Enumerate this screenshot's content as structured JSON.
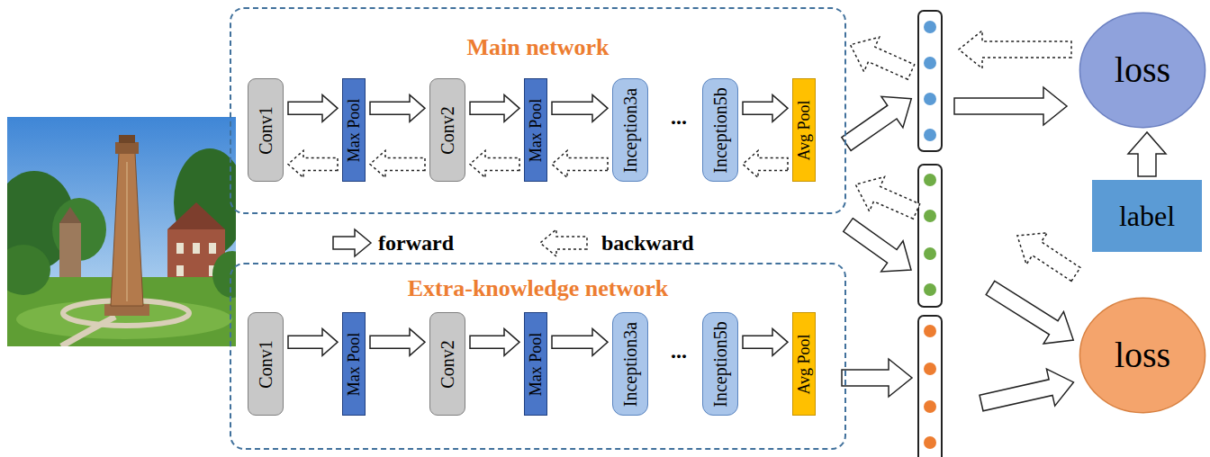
{
  "diagram": {
    "nodes": [
      {
        "text": [
          "Main network"
        ]
      },
      {
        "text": [
          "Conv1"
        ],
        "in": 0
      },
      {
        "text": [
          "Max Pool"
        ],
        "in": 0
      },
      {
        "text": [
          "Conv2"
        ],
        "in": 0
      },
      {
        "text": [
          "Max Pool"
        ],
        "in": 0
      },
      {
        "text": [
          "Inception3a"
        ],
        "in": 0
      },
      {
        "text": [
          "Inception5b"
        ],
        "in": 0
      },
      {
        "text": [
          "Avg Pool"
        ],
        "in": 0
      },
      {
        "text": [
          "loss"
        ]
      },
      {
        "text": [
          "label"
        ]
      },
      {
        "text": [
          "Extra-knowledge network"
        ]
      },
      {
        "text": [
          "Conv1"
        ],
        "in": 10
      },
      {
        "text": [
          "Max Pool"
        ],
        "in": 10
      },
      {
        "text": [
          "Conv2"
        ],
        "in": 10
      },
      {
        "text": [
          "Max Pool"
        ],
        "in": 10
      },
      {
        "text": [
          "Inception3a"
        ],
        "in": 10
      },
      {
        "text": [
          "Inception5b"
        ],
        "in": 10
      },
      {
        "text": [
          "Avg Pool"
        ],
        "in": 10
      },
      {
        "text": [
          "loss"
        ]
      }
    ],
    "edges": [
      {
        "from": 1,
        "to": 2,
        "arrow": "to"
      },
      {
        "from": 2,
        "to": 3,
        "arrow": "to"
      },
      {
        "from": 3,
        "to": 4,
        "arrow": "to"
      },
      {
        "from": 4,
        "to": 5,
        "arrow": "to"
      },
      {
        "from": 6,
        "to": 7,
        "arrow": "to"
      },
      {
        "from": 2,
        "to": 1,
        "arrow": "to"
      },
      {
        "from": 3,
        "to": 2,
        "arrow": "to"
      },
      {
        "from": 4,
        "to": 3,
        "arrow": "to"
      },
      {
        "from": 5,
        "to": 4,
        "arrow": "to"
      },
      {
        "from": 7,
        "to": 6,
        "arrow": "to"
      },
      {
        "from": 9,
        "to": 8,
        "arrow": "to"
      },
      {
        "from": 11,
        "to": 12,
        "arrow": "to"
      },
      {
        "from": 12,
        "to": 13,
        "arrow": "to"
      },
      {
        "from": 13,
        "to": 14,
        "arrow": "to"
      },
      {
        "from": 14,
        "to": 15,
        "arrow": "to"
      },
      {
        "from": 16,
        "to": 17,
        "arrow": "to"
      }
    ],
    "labels": [
      "...",
      "..."
    ],
    "legend": [
      {
        "text": "forward"
      },
      {
        "text": "backward"
      }
    ]
  }
}
